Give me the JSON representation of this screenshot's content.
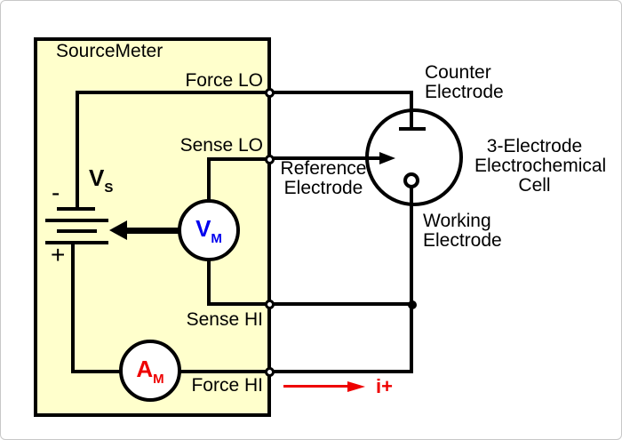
{
  "colors": {
    "box_fill": "#ffffcc",
    "wire": "#000000",
    "voltmeter_text": "#0000ee",
    "ammeter_text": "#ee0000",
    "current_arrow": "#ee0000",
    "outer_border": "#c8c8c8"
  },
  "sourcemeter": {
    "title": "SourceMeter",
    "force_lo": "Force LO",
    "sense_lo": "Sense LO",
    "sense_hi": "Sense HI",
    "force_hi": "Force HI",
    "voltage_source": {
      "symbol": "V",
      "subscript": "S",
      "negative_sign": "-",
      "positive_sign": "+"
    },
    "voltmeter": {
      "symbol": "V",
      "subscript": "M"
    },
    "ammeter": {
      "symbol": "A",
      "subscript": "M"
    }
  },
  "cell": {
    "name_lines": [
      "3-Electrode",
      "Electrochemical",
      "Cell"
    ],
    "counter_electrode_lines": [
      "Counter",
      "Electrode"
    ],
    "reference_electrode_lines": [
      "Reference",
      "Electrode"
    ],
    "working_electrode_lines": [
      "Working",
      "Electrode"
    ]
  },
  "current_label": "i+"
}
